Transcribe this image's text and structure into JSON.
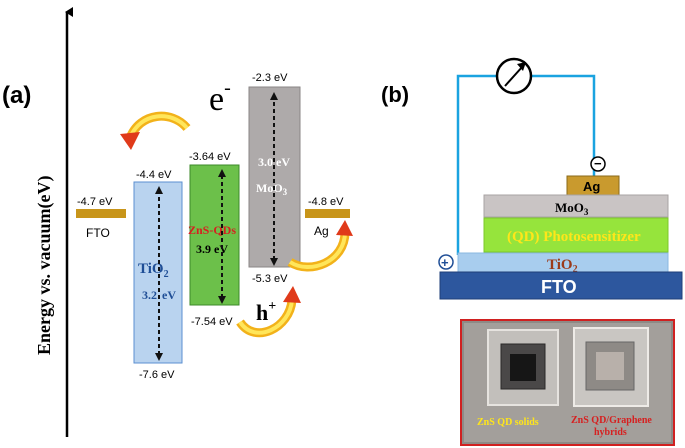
{
  "panel_a": {
    "label": "(a)",
    "y_axis_label": "Energy vs. vacuum(eV)",
    "electron_label": "e",
    "electron_sup": "-",
    "hole_label": "h",
    "hole_sup": "+",
    "fto": {
      "name": "FTO",
      "level": "-4.7 eV",
      "color": "#c8951a"
    },
    "tio2": {
      "name": "TiO",
      "sub": "2",
      "cb": "-4.4 eV",
      "vb": "-7.6 eV",
      "gap": "3.2",
      "gap_unit": "eV",
      "color": "#b9d3ef",
      "text_color": "#1f4e96"
    },
    "zns": {
      "name": "ZnS-QDs",
      "cb": "-3.64 eV",
      "vb": "-7.54 eV",
      "gap": "3.9 eV",
      "color": "#6cc04a",
      "name_color": "#d62020"
    },
    "moo3": {
      "name": "MoO",
      "sub": "3",
      "cb": "-2.3 eV",
      "vb": "-5.3 eV",
      "gap": "3.0 eV",
      "color": "#aeaaaa",
      "text_color": "#ffffff"
    },
    "ag": {
      "name": "Ag",
      "level": "-4.8 eV",
      "color": "#c8951a"
    }
  },
  "panel_b": {
    "label": "(b)",
    "minus_sign": "−",
    "plus_sign": "+",
    "layers": {
      "ag": {
        "name": "Ag",
        "color": "#c99a2e"
      },
      "moo3": {
        "name": "MoO",
        "sub": "3",
        "color": "#c9c4c4"
      },
      "photo": {
        "name": "(QD) Photosensitizer",
        "color": "#96e43c",
        "text_color": "#ffe61a"
      },
      "tio2": {
        "name": "TiO",
        "sub": "2",
        "color": "#a8cdee",
        "text_color": "#9b3a1a"
      },
      "fto": {
        "name": "FTO",
        "color": "#2d579e"
      }
    },
    "wire_color": "#1aa3e0",
    "photo_caption_left": "ZnS QD solids",
    "photo_caption_right_1": "ZnS QD/Graphene",
    "photo_caption_right_2": "hybrids"
  }
}
